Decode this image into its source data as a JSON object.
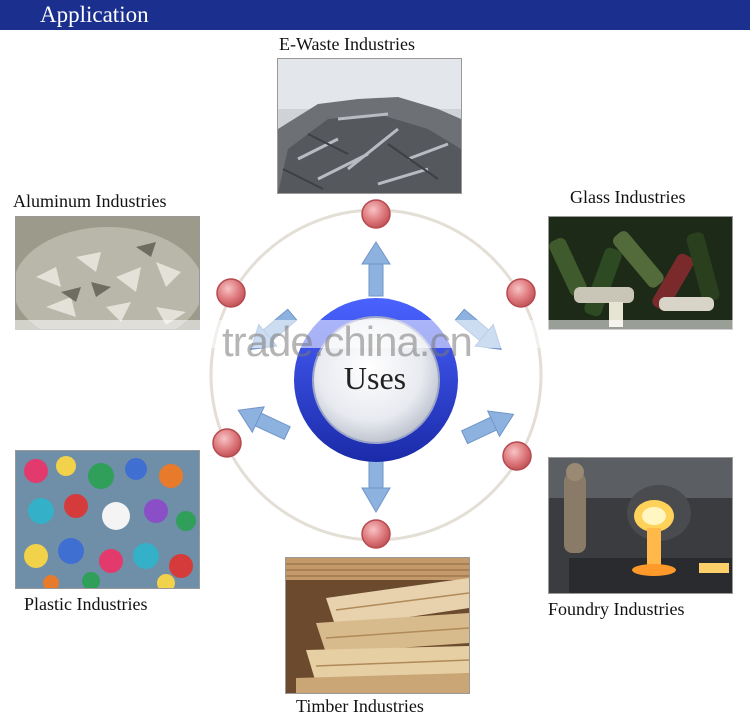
{
  "header": {
    "title": "Application"
  },
  "center": {
    "label": "Uses"
  },
  "watermark": "trade.china.cn",
  "industries": {
    "ewaste": "E-Waste Industries",
    "aluminum": "Aluminum Industries",
    "glass": "Glass Industries",
    "plastic": "Plastic Industries",
    "foundry": "Foundry Industries",
    "timber": "Timber Industries"
  },
  "colors": {
    "header": "#1b2f8f",
    "ring": "#2a3fd1",
    "dot": "#d9676d",
    "arrow": "#7fa6d8"
  }
}
